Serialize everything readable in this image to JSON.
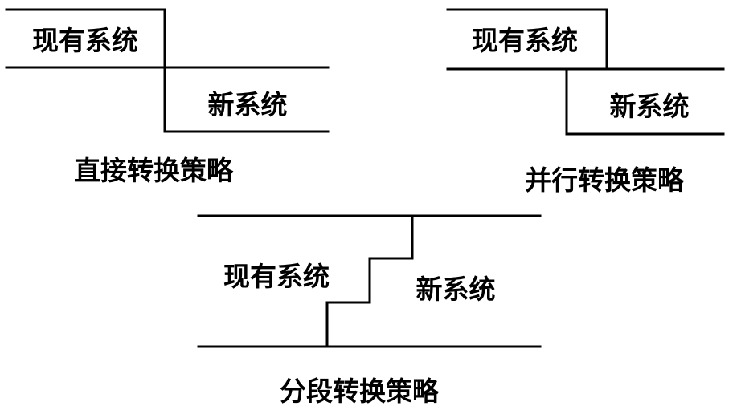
{
  "direct": {
    "existing_label": "现有系统",
    "new_label": "新系统",
    "caption": "直接转换策略"
  },
  "parallel": {
    "existing_label": "现有系统",
    "new_label": "新系统",
    "caption": "并行转换策略"
  },
  "phased": {
    "existing_label": "现有系统",
    "new_label": "新系统",
    "caption": "分段转换策略"
  }
}
